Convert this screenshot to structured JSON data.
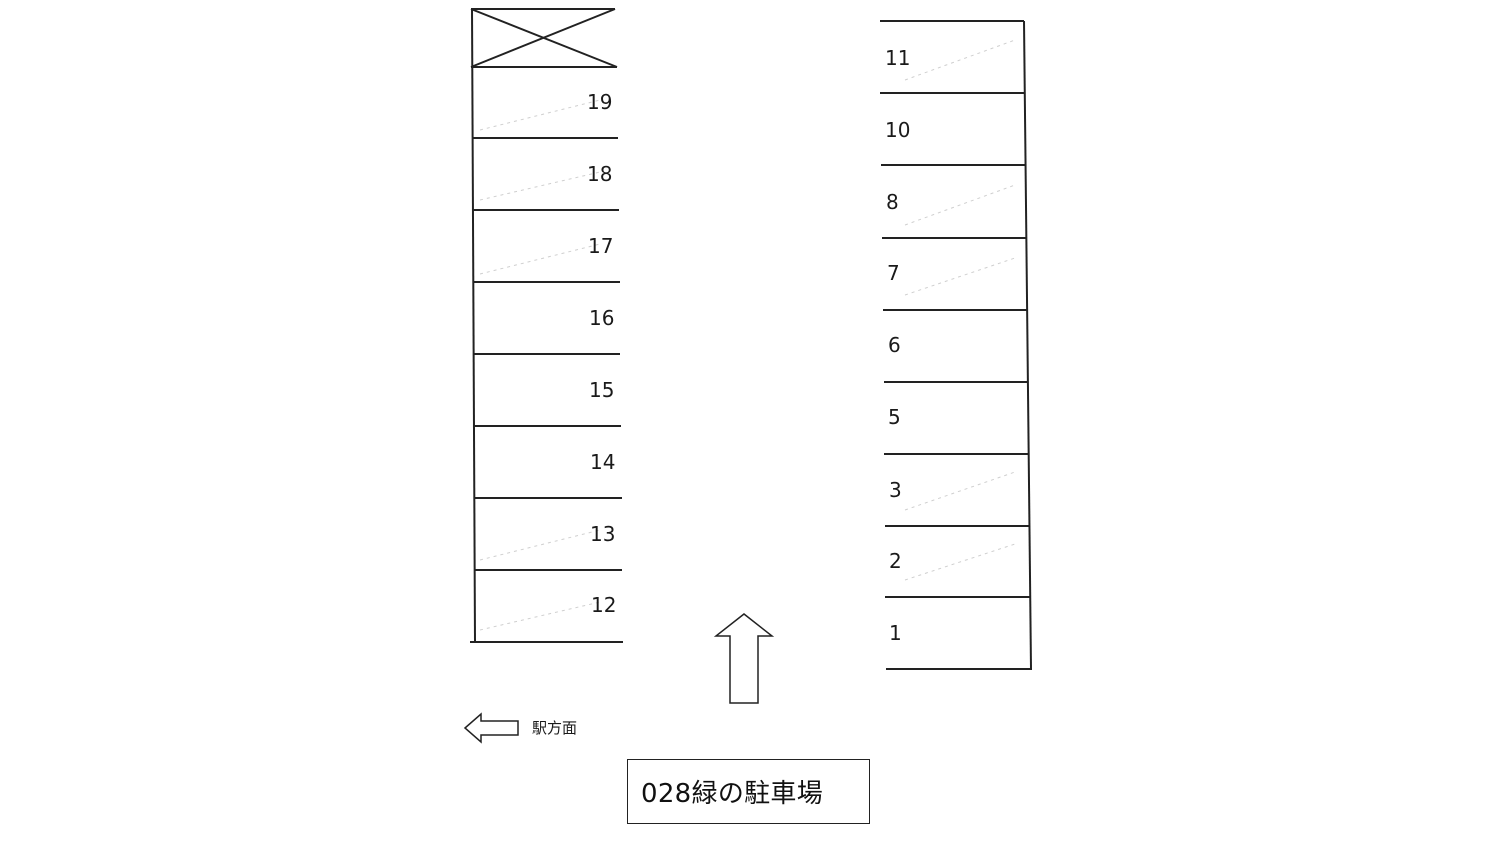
{
  "left_row": {
    "blocked_space": true,
    "spaces": [
      "19",
      "18",
      "17",
      "16",
      "15",
      "14",
      "13",
      "12"
    ]
  },
  "right_row": {
    "spaces": [
      "11",
      "10",
      "8",
      "7",
      "6",
      "5",
      "3",
      "2",
      "1"
    ]
  },
  "direction_label": "駅方面",
  "title": "028緑の駐車場"
}
